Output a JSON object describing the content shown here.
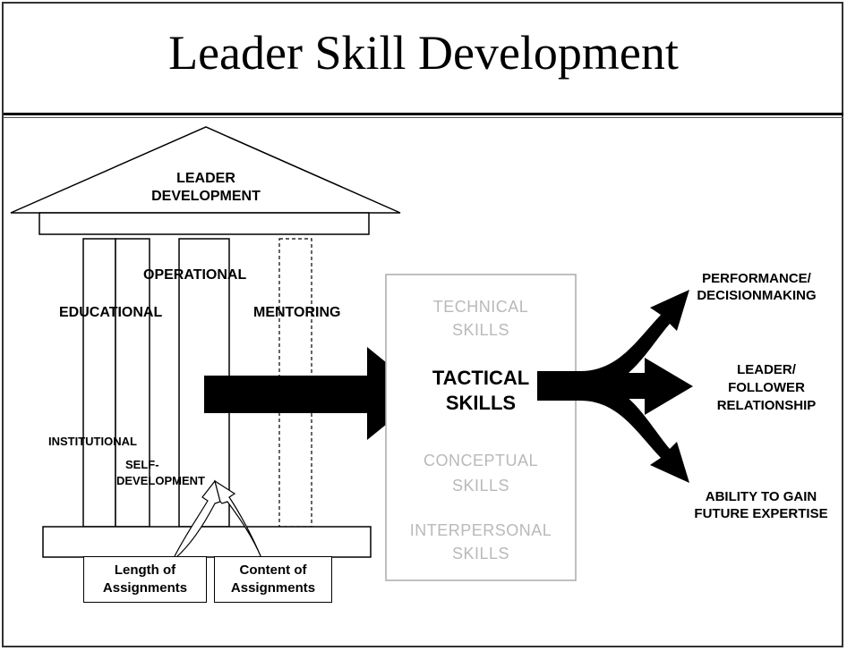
{
  "slide": {
    "title": "Leader Skill Development"
  },
  "temple": {
    "roof_line1": "LEADER",
    "roof_line2": "DEVELOPMENT",
    "pillars": {
      "educational": "EDUCATIONAL",
      "operational": "OPERATIONAL",
      "mentoring": "MENTORING",
      "institutional": "INSTITUTIONAL",
      "self_dev_line1": "SELF-",
      "self_dev_line2": "DEVELOPMENT"
    },
    "inputs": {
      "length_line1": "Length of",
      "length_line2": "Assignments",
      "content_line1": "Content of",
      "content_line2": "Assignments"
    }
  },
  "skills": {
    "technical_line1": "TECHNICAL",
    "technical_line2": "SKILLS",
    "tactical_line1": "TACTICAL",
    "tactical_line2": "SKILLS",
    "conceptual_line1": "CONCEPTUAL",
    "conceptual_line2": "SKILLS",
    "interpersonal_line1": "INTERPERSONAL",
    "interpersonal_line2": "SKILLS"
  },
  "outcomes": {
    "performance_line1": "PERFORMANCE/",
    "performance_line2": "DECISIONMAKING",
    "relationship_line1": "LEADER/",
    "relationship_line2": "FOLLOWER",
    "relationship_line3": "RELATIONSHIP",
    "expertise_line1": "ABILITY TO GAIN",
    "expertise_line2": "FUTURE EXPERTISE"
  }
}
